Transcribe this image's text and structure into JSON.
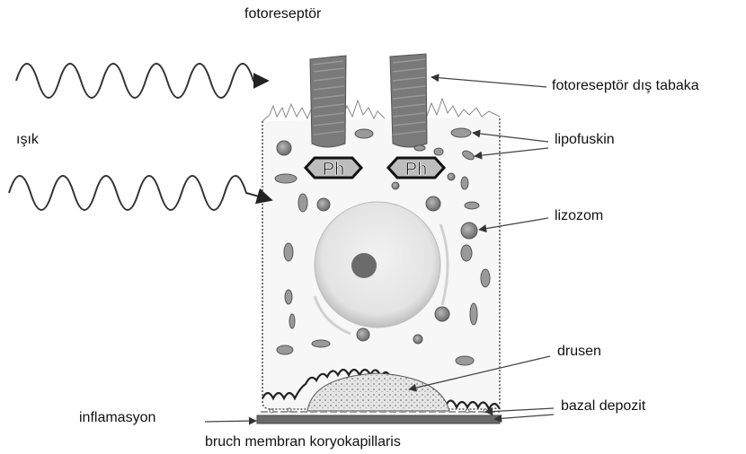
{
  "labels": {
    "photoreceptor": "fotoreseptör",
    "photoreceptor_outer": "fotoreseptör dış tabaka",
    "light": "ışık",
    "lipofuscin": "lipofuskin",
    "lysosome": "lizozom",
    "drusen": "drusen",
    "basal_deposit": "bazal depozit",
    "inflammation": "inflamasyon",
    "bruch": "bruch membran koryokapillaris",
    "ph_left": "Ph",
    "ph_right": "Ph"
  }
}
